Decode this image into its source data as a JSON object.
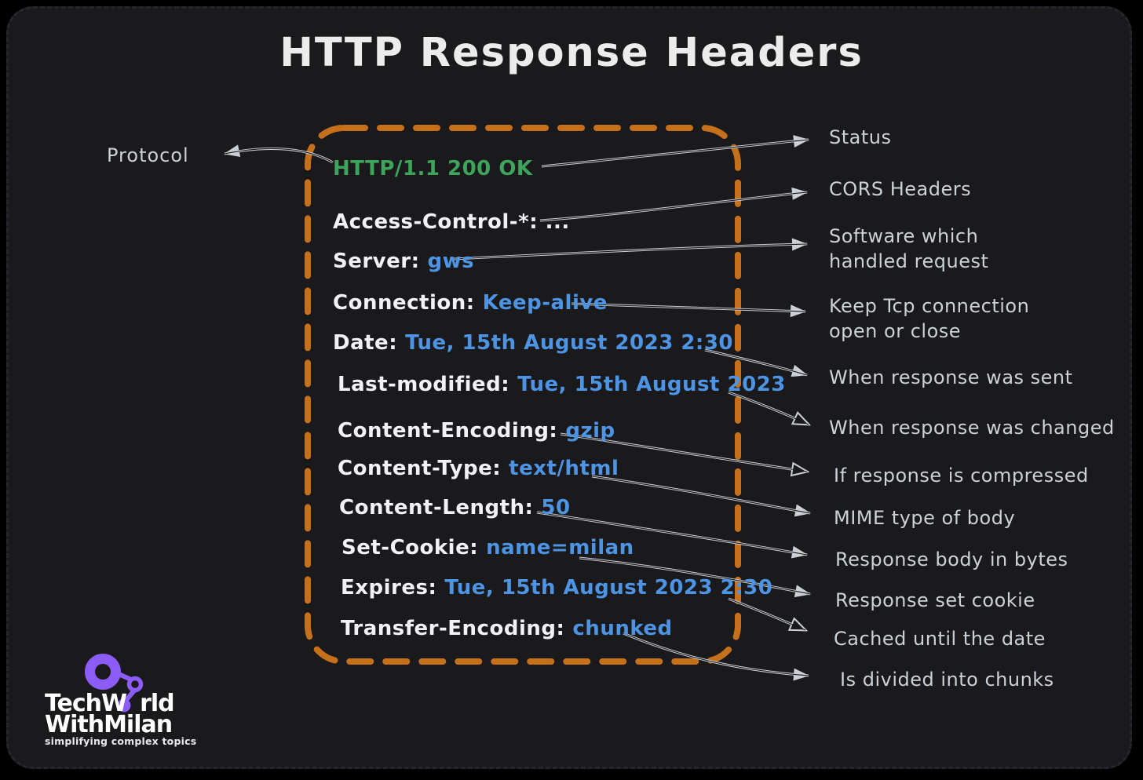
{
  "title": "HTTP Response Headers",
  "protocol_label": "Protocol",
  "headers": [
    {
      "name": "HTTP/1.1 200 OK",
      "value": ""
    },
    {
      "name": "Access-Control-*: ...",
      "value": ""
    },
    {
      "name": "Server:",
      "value": "gws"
    },
    {
      "name": "Connection:",
      "value": "Keep-alive"
    },
    {
      "name": "Date:",
      "value": "Tue, 15th August 2023 2:30"
    },
    {
      "name": "Last-modified:",
      "value": "Tue, 15th August 2023"
    },
    {
      "name": "Content-Encoding:",
      "value": "gzip"
    },
    {
      "name": "Content-Type:",
      "value": "text/html"
    },
    {
      "name": "Content-Length:",
      "value": "50"
    },
    {
      "name": "Set-Cookie:",
      "value": "name=milan"
    },
    {
      "name": "Expires:",
      "value": "Tue, 15th August 2023 2:30"
    },
    {
      "name": "Transfer-Encoding:",
      "value": "chunked"
    }
  ],
  "annotations": [
    {
      "lines": [
        "Status"
      ]
    },
    {
      "lines": [
        "CORS Headers"
      ]
    },
    {
      "lines": [
        "Software which",
        "handled request"
      ]
    },
    {
      "lines": [
        "Keep Tcp connection",
        "open or close"
      ]
    },
    {
      "lines": [
        "When response was sent"
      ]
    },
    {
      "lines": [
        "When response was changed"
      ]
    },
    {
      "lines": [
        "If response is compressed"
      ]
    },
    {
      "lines": [
        "MIME type of body"
      ]
    },
    {
      "lines": [
        "Response body in bytes"
      ]
    },
    {
      "lines": [
        "Response set cookie"
      ]
    },
    {
      "lines": [
        "Cached until the date"
      ]
    },
    {
      "lines": [
        "Is divided into chunks"
      ]
    }
  ],
  "connections": [
    {
      "from": "HTTP/1.1",
      "to": "Protocol"
    },
    {
      "from": "HTTP/1.1 200 OK",
      "to": "Status"
    },
    {
      "from": "Access-Control-*",
      "to": "CORS Headers"
    },
    {
      "from": "Server",
      "to": "Software which handled request"
    },
    {
      "from": "Connection",
      "to": "Keep Tcp connection open or close"
    },
    {
      "from": "Date",
      "to": "When response was sent"
    },
    {
      "from": "Last-modified",
      "to": "When response was changed"
    },
    {
      "from": "Content-Encoding",
      "to": "If response is compressed"
    },
    {
      "from": "Content-Type",
      "to": "MIME type of body"
    },
    {
      "from": "Content-Length",
      "to": "Response body in bytes"
    },
    {
      "from": "Set-Cookie",
      "to": "Response set cookie"
    },
    {
      "from": "Expires",
      "to": "Cached until the date"
    },
    {
      "from": "Transfer-Encoding",
      "to": "Is divided into chunks"
    }
  ],
  "logo": {
    "brand_top_pre": "TechW",
    "brand_top_o": "o",
    "brand_top_post": "rld",
    "brand_bottom": "WithMilan",
    "tagline": "simplifying complex topics"
  },
  "colors": {
    "background": "#000000",
    "canvas": "#1A1A1D",
    "box_border_orange": "#C7701C",
    "status_green": "#3FA45B",
    "value_blue": "#4D95E4",
    "header_white": "#F1F2F4",
    "annotation_gray": "#CCD1D8",
    "arrow_gray": "#CBD0D7",
    "logo_purple": "#8B5CF6"
  }
}
